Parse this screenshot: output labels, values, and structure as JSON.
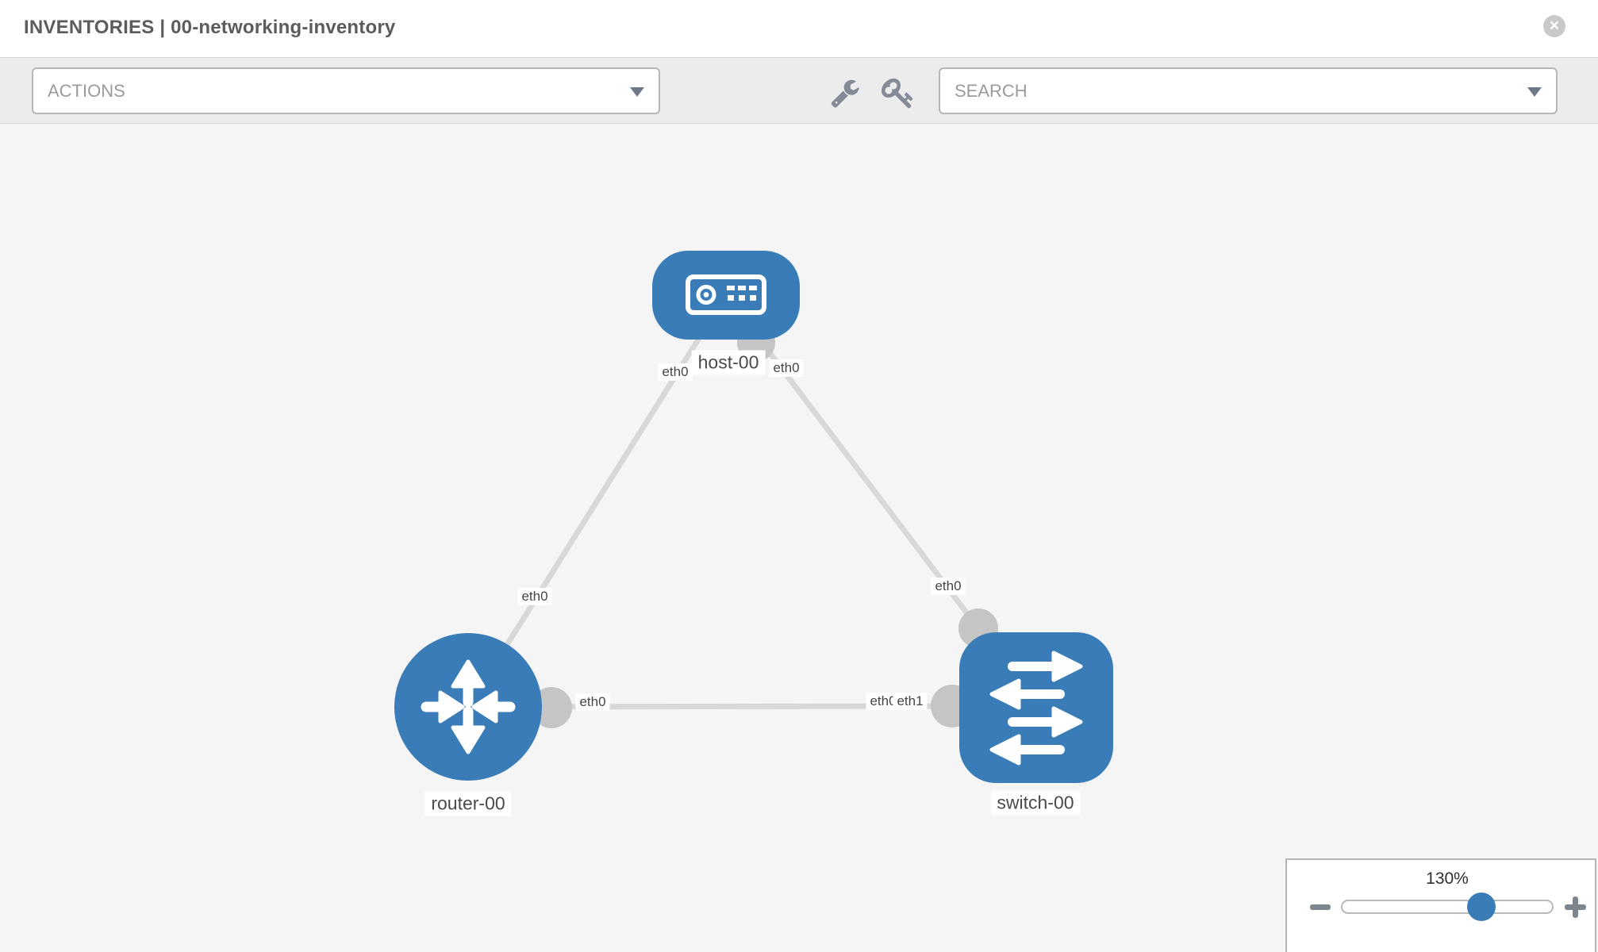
{
  "header": {
    "title": "INVENTORIES | 00-networking-inventory"
  },
  "toolbar": {
    "actions_label": "ACTIONS",
    "search_label": "SEARCH",
    "icons": [
      "wrench-icon",
      "key-icon"
    ]
  },
  "topology": {
    "nodes": [
      {
        "id": "host-00",
        "label": "host-00",
        "type": "host",
        "shape": "rounded-rectangle"
      },
      {
        "id": "router-00",
        "label": "router-00",
        "type": "router",
        "shape": "circle"
      },
      {
        "id": "switch-00",
        "label": "switch-00",
        "type": "switch",
        "shape": "rounded-square"
      }
    ],
    "links": [
      {
        "from": "host-00",
        "from_interface": "eth0",
        "to": "router-00",
        "to_interface": "eth0"
      },
      {
        "from": "host-00",
        "from_interface": "eth0",
        "to": "switch-00",
        "to_interface": "eth0"
      },
      {
        "from": "router-00",
        "from_interface": "eth0",
        "to": "switch-00",
        "to_interface": "eth1"
      }
    ],
    "interface_labels": [
      {
        "text": "eth0",
        "position": "host end of host-router link"
      },
      {
        "text": "eth0",
        "position": "host end of host-switch link"
      },
      {
        "text": "eth0",
        "position": "router end of host-router link"
      },
      {
        "text": "eth0",
        "position": "switch end of host-switch link"
      },
      {
        "text": "eth0",
        "position": "router end of router-switch link"
      },
      {
        "text": "eth0",
        "position": "switch end of router-switch link, under"
      },
      {
        "text": "eth1",
        "position": "switch end of router-switch link, over"
      }
    ],
    "colors": {
      "node_fill": "#3a7cb8",
      "link": "#d8d8d8",
      "interface_dot": "#c5c5c5",
      "canvas_background": "#f4f5f4"
    }
  },
  "zoom_control": {
    "level": "130%"
  }
}
